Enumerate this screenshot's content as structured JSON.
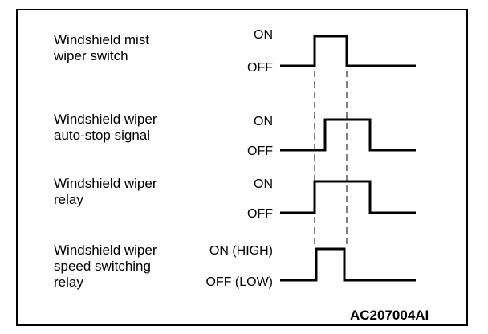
{
  "signals": [
    {
      "id": "mist-switch",
      "label": "Windshield mist\nwiper switch",
      "on_label": "ON",
      "off_label": "OFF"
    },
    {
      "id": "auto-stop",
      "label": "Windshield wiper\nauto-stop signal",
      "on_label": "ON",
      "off_label": "OFF"
    },
    {
      "id": "relay",
      "label": "Windshield wiper\nrelay",
      "on_label": "ON",
      "off_label": "OFF"
    },
    {
      "id": "speed-relay",
      "label": "Windshield wiper\nspeed switching\nrelay",
      "on_label": "ON (HIGH)",
      "off_label": "OFF (LOW)"
    }
  ],
  "figure_code": "AC207004AI"
}
